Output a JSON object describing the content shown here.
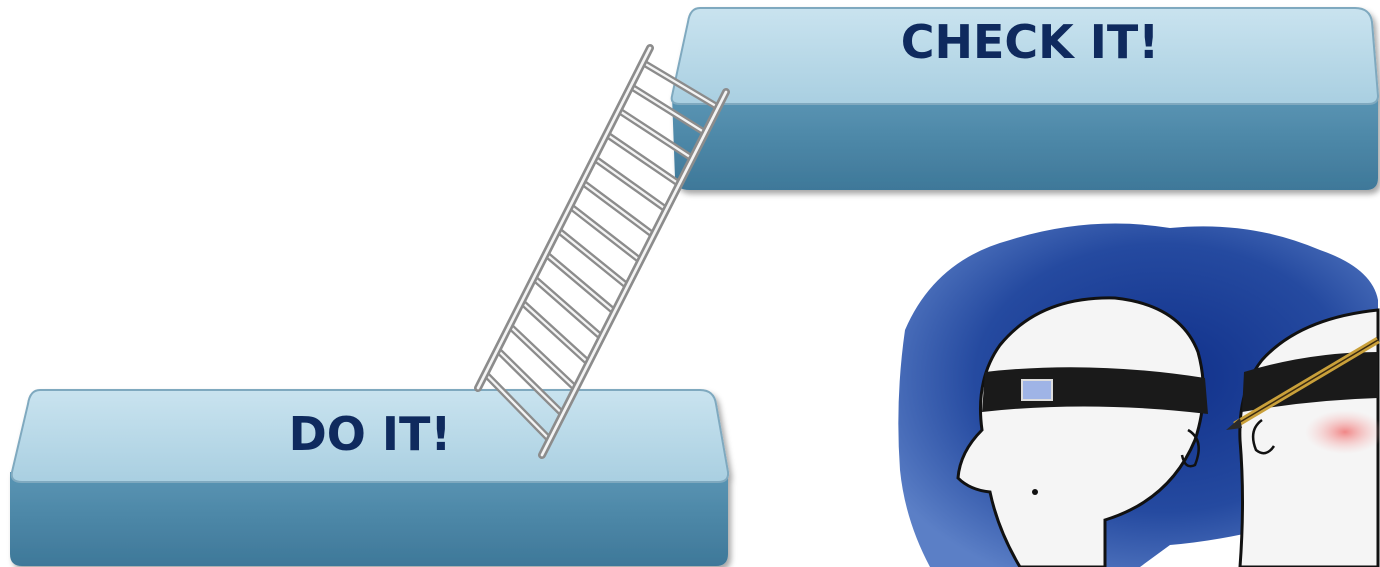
{
  "steps": {
    "lower": {
      "label": "DO IT!"
    },
    "upper": {
      "label": "CHECK IT!"
    }
  },
  "ladder": {
    "rungs": 14
  },
  "illustration": {
    "description_icon": "two-blindfolded-figures-icon"
  },
  "colors": {
    "platform_top": "#b9d9e8",
    "platform_side": "#4a86a6",
    "label_text": "#0f2a5e",
    "ladder_rail": "#9a9a9a",
    "ink_wash": "#1e3d8f"
  }
}
